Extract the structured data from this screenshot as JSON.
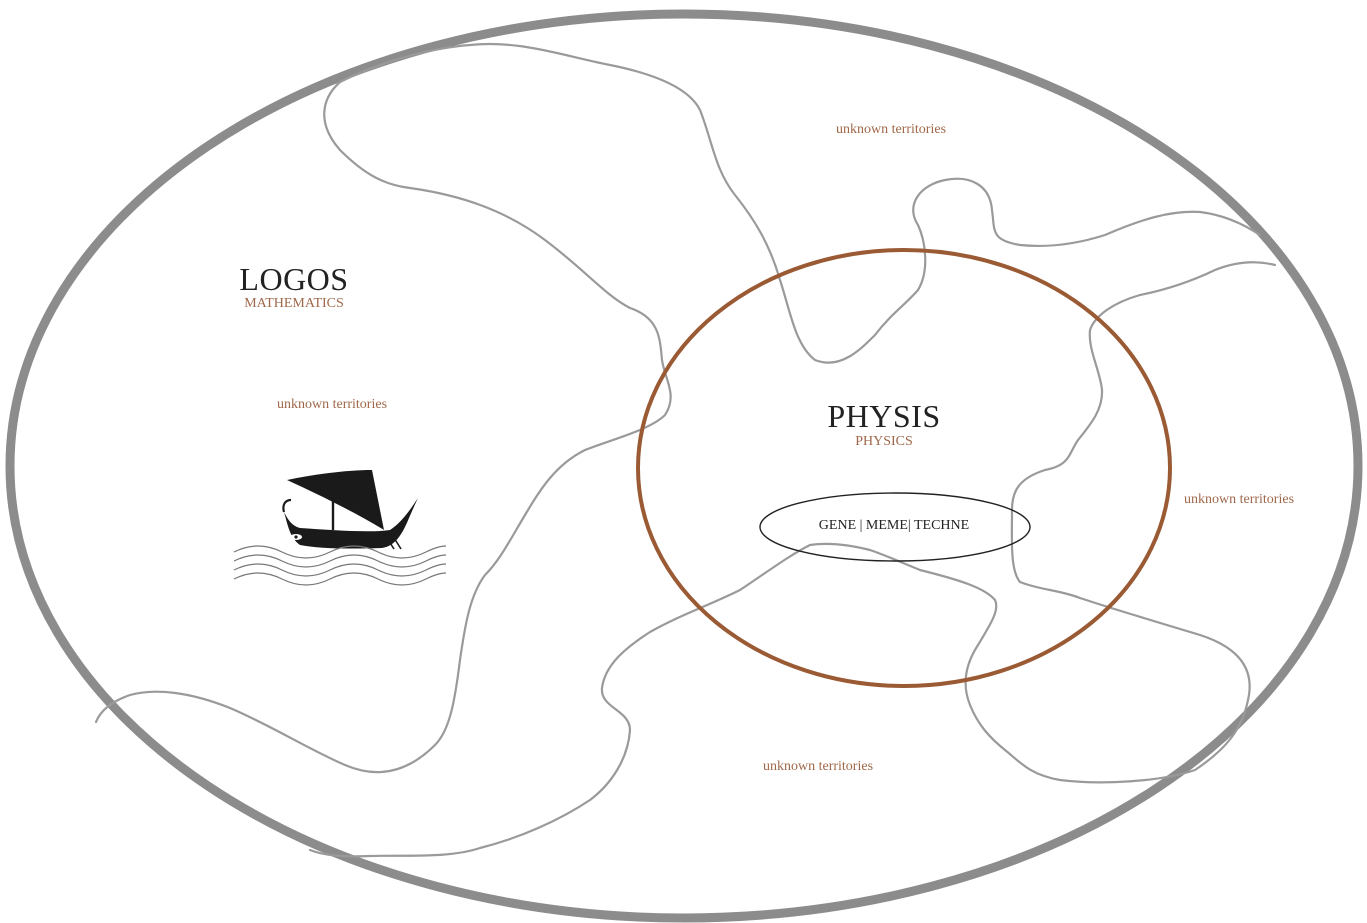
{
  "colors": {
    "background": "#ffffff",
    "outer_ellipse": "#8c8c8c",
    "boundary_lines": "#9a9a9a",
    "physis_circle": "#9a5a34",
    "label_accent": "#a0684a",
    "label_dark": "#222222",
    "ship": "#1a1a1a"
  },
  "regions": {
    "logos": {
      "title": "LOGOS",
      "subtitle": "MATHEMATICS"
    },
    "physis": {
      "title": "PHYSIS",
      "subtitle": "PHYSICS"
    },
    "center": {
      "label": "GENE | MEME| TECHNE"
    }
  },
  "territories": [
    {
      "label": "unknown territories"
    },
    {
      "label": "unknown territories"
    },
    {
      "label": "unknown territories"
    },
    {
      "label": "unknown territories"
    }
  ],
  "icons": {
    "ship": "sailing-ship-icon",
    "waves": "waves-icon"
  }
}
